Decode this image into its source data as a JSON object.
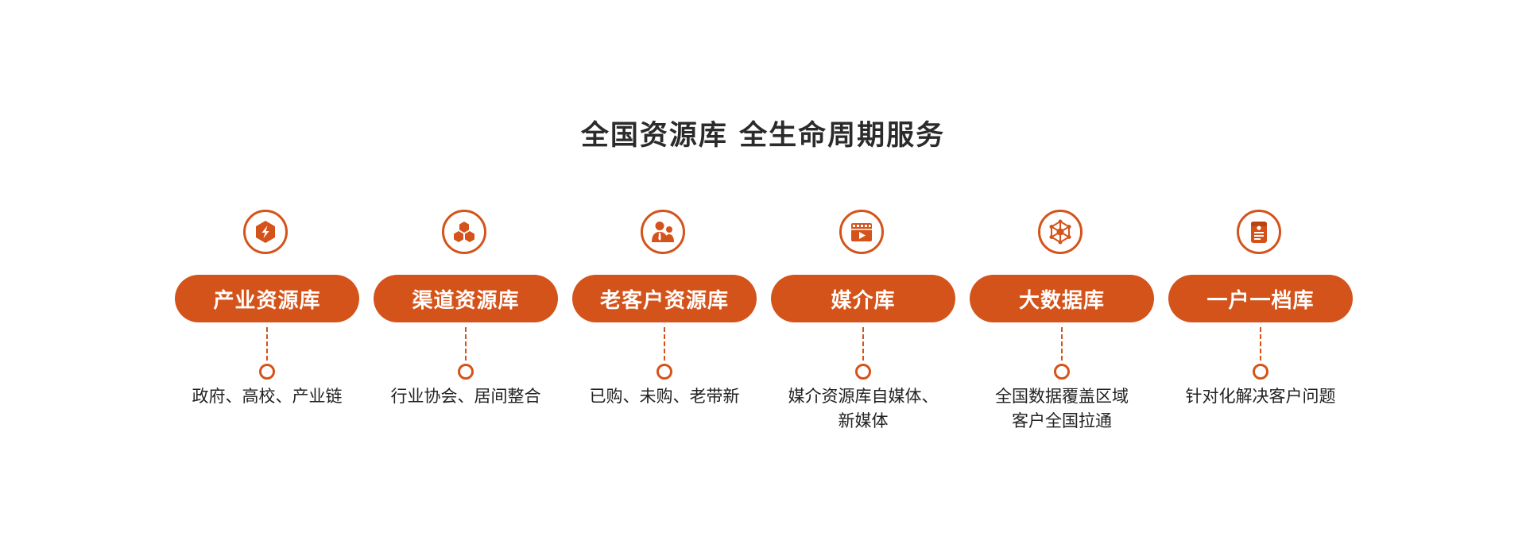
{
  "title": "全国资源库 全生命周期服务",
  "colors": {
    "accent": "#d4531a",
    "text": "#222222",
    "title": "#2b2b2b",
    "background": "#ffffff"
  },
  "columns": [
    {
      "icon": "hexagon-lightning-icon",
      "label": "产业资源库",
      "description": "政府、高校、产业链"
    },
    {
      "icon": "hexagon-cluster-icon",
      "label": "渠道资源库",
      "description": "行业协会、居间整合"
    },
    {
      "icon": "customers-icon",
      "label": "老客户资源库",
      "description": "已购、未购、老带新"
    },
    {
      "icon": "video-clapper-icon",
      "label": "媒介库",
      "description": "媒介资源库自媒体、\n新媒体"
    },
    {
      "icon": "network-node-icon",
      "label": "大数据库",
      "description": "全国数据覆盖区域\n客户全国拉通"
    },
    {
      "icon": "document-archive-icon",
      "label": "一户一档库",
      "description": "针对化解决客户问题"
    }
  ]
}
